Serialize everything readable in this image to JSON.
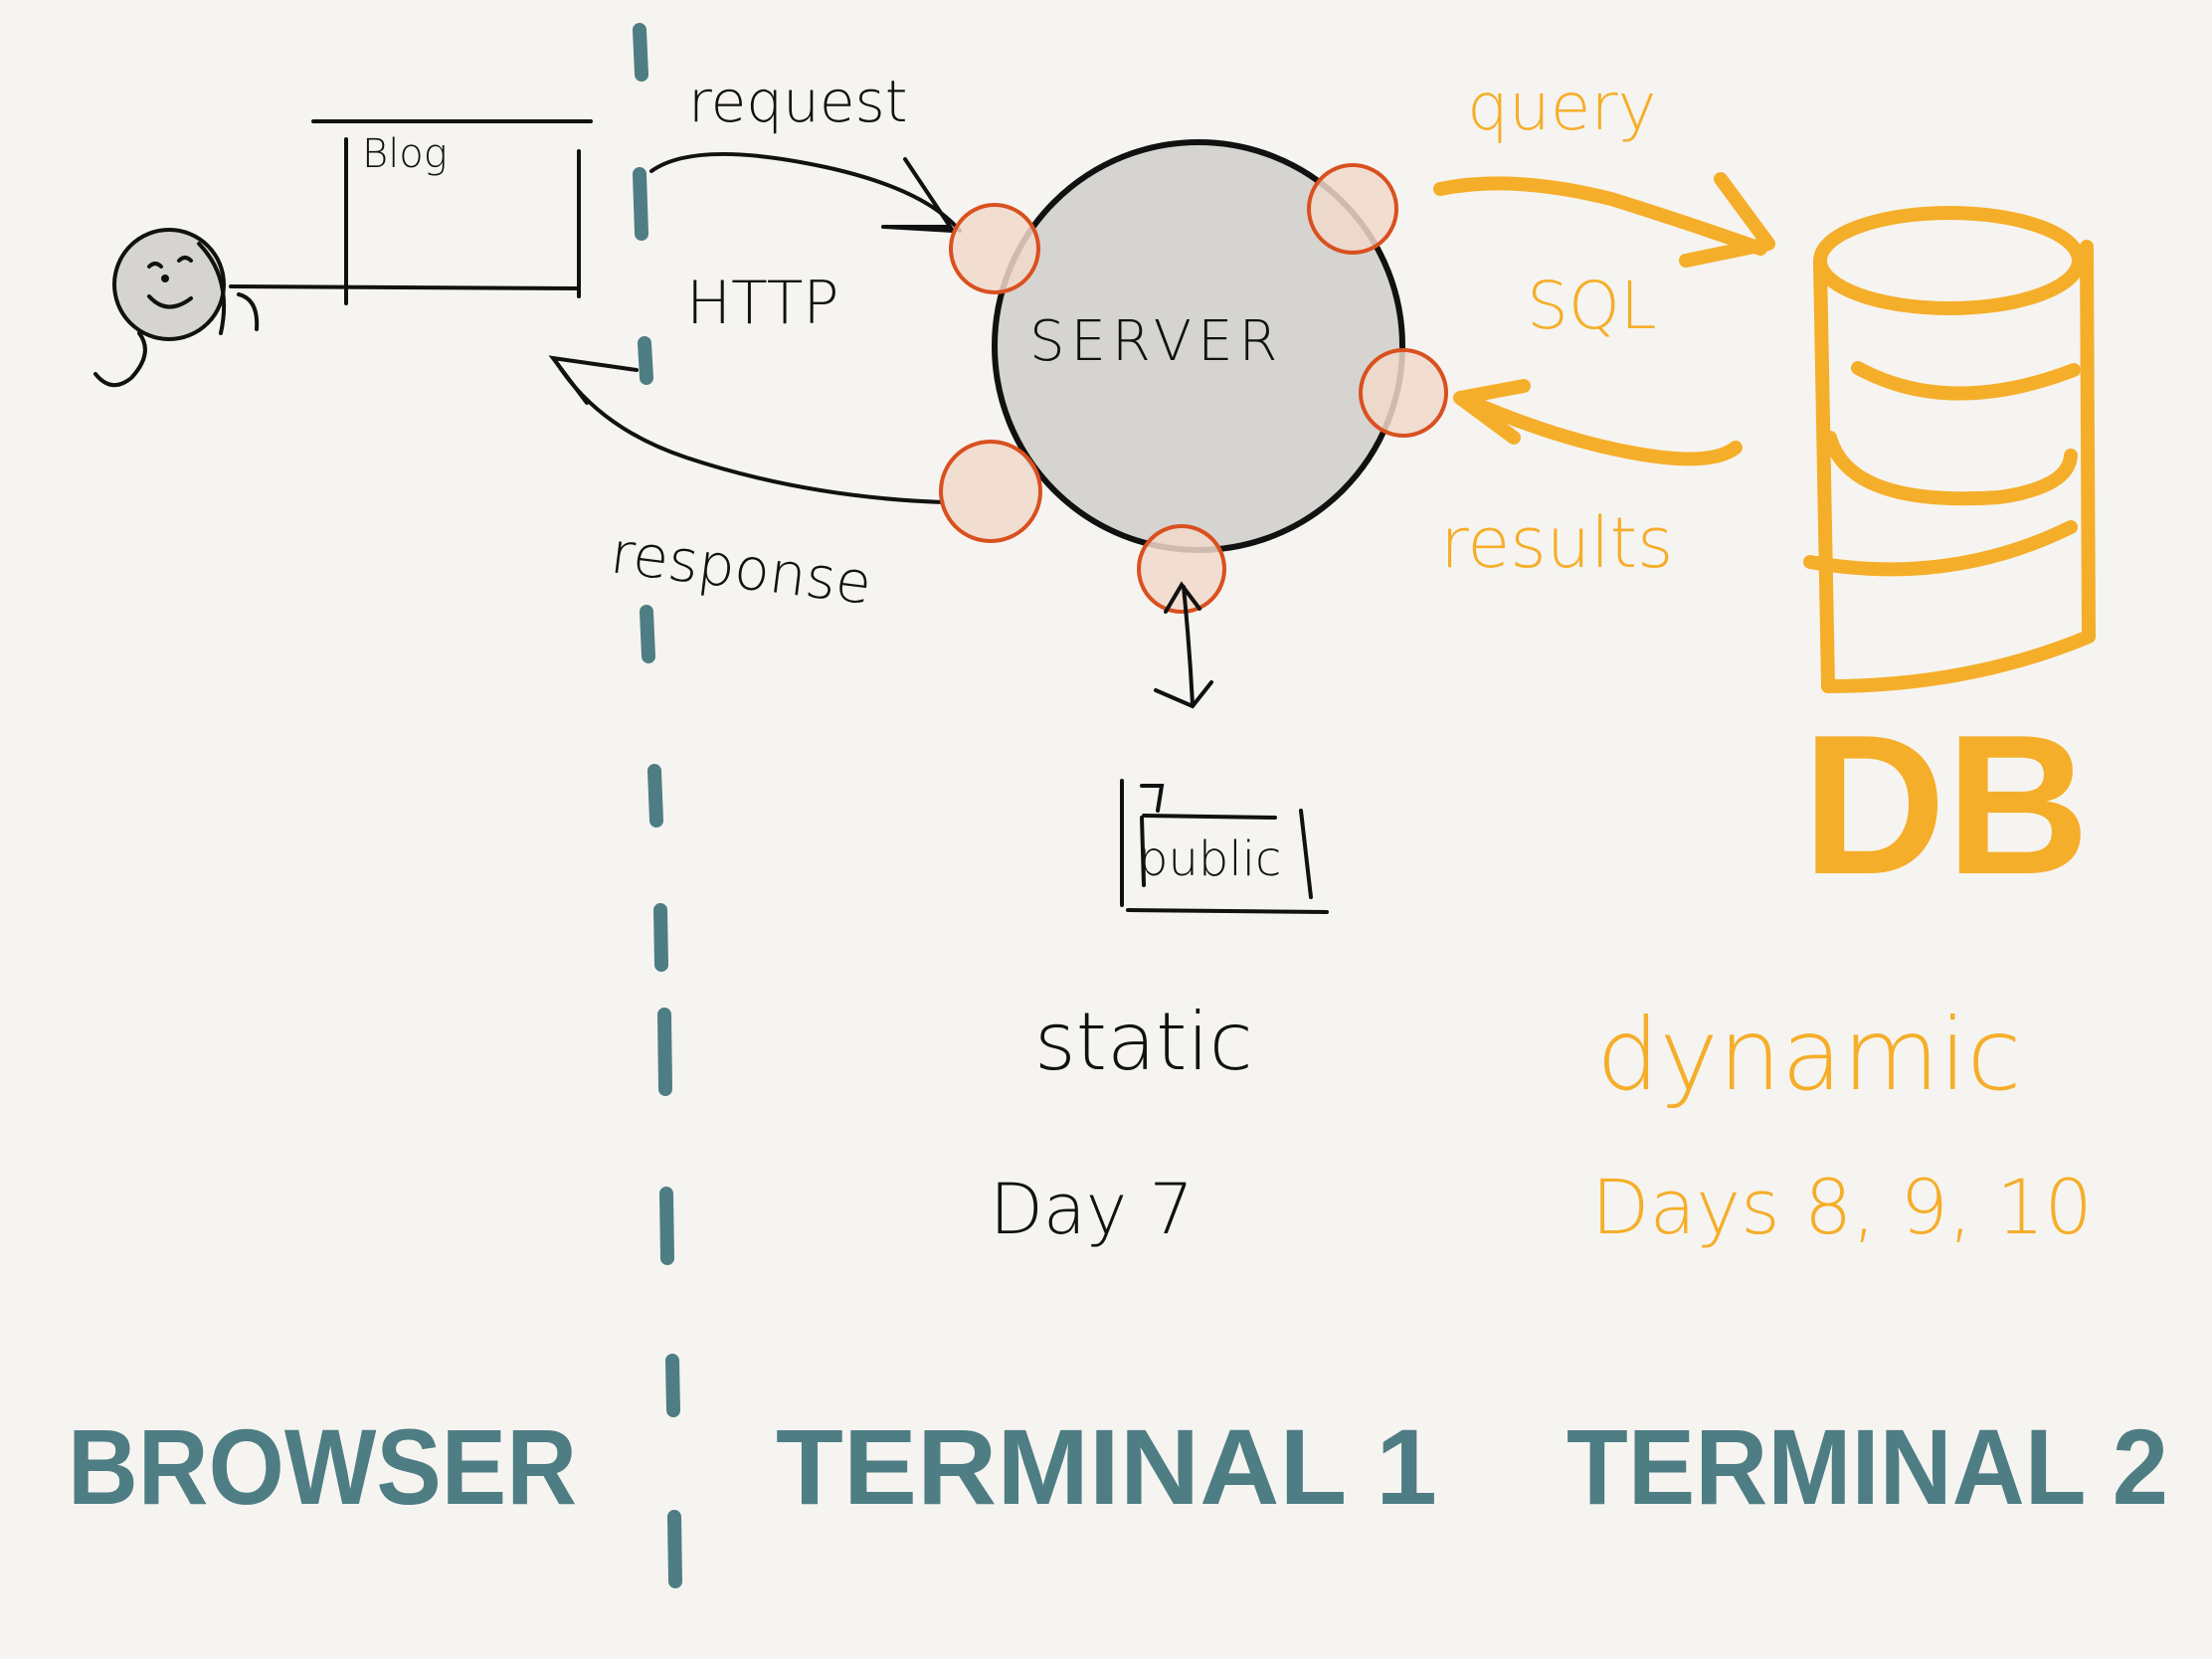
{
  "colors": {
    "background": "#f6f4f0",
    "ink": "#111111",
    "teal": "#4e7d84",
    "orange": "#f5ae2a",
    "port_stroke": "#d9501f",
    "port_fill": "#f1d8cb",
    "server_fill": "#d6d4d0"
  },
  "labels": {
    "blog": "Blog",
    "request": "request",
    "http": "HTTP",
    "response": "response",
    "server": "SERVER",
    "public": "public",
    "static": "static",
    "day7": "Day 7",
    "query": "query",
    "sql": "SQL",
    "results": "results",
    "db": "DB",
    "dynamic": "dynamic",
    "days_dynamic": "Days 8, 9, 10",
    "browser": "BROWSER",
    "terminal1": "TERMINAL 1",
    "terminal2": "TERMINAL 2"
  },
  "icons": {
    "person": "smiley-person-icon",
    "database": "database-cylinder-icon",
    "folder": "folder-icon"
  }
}
